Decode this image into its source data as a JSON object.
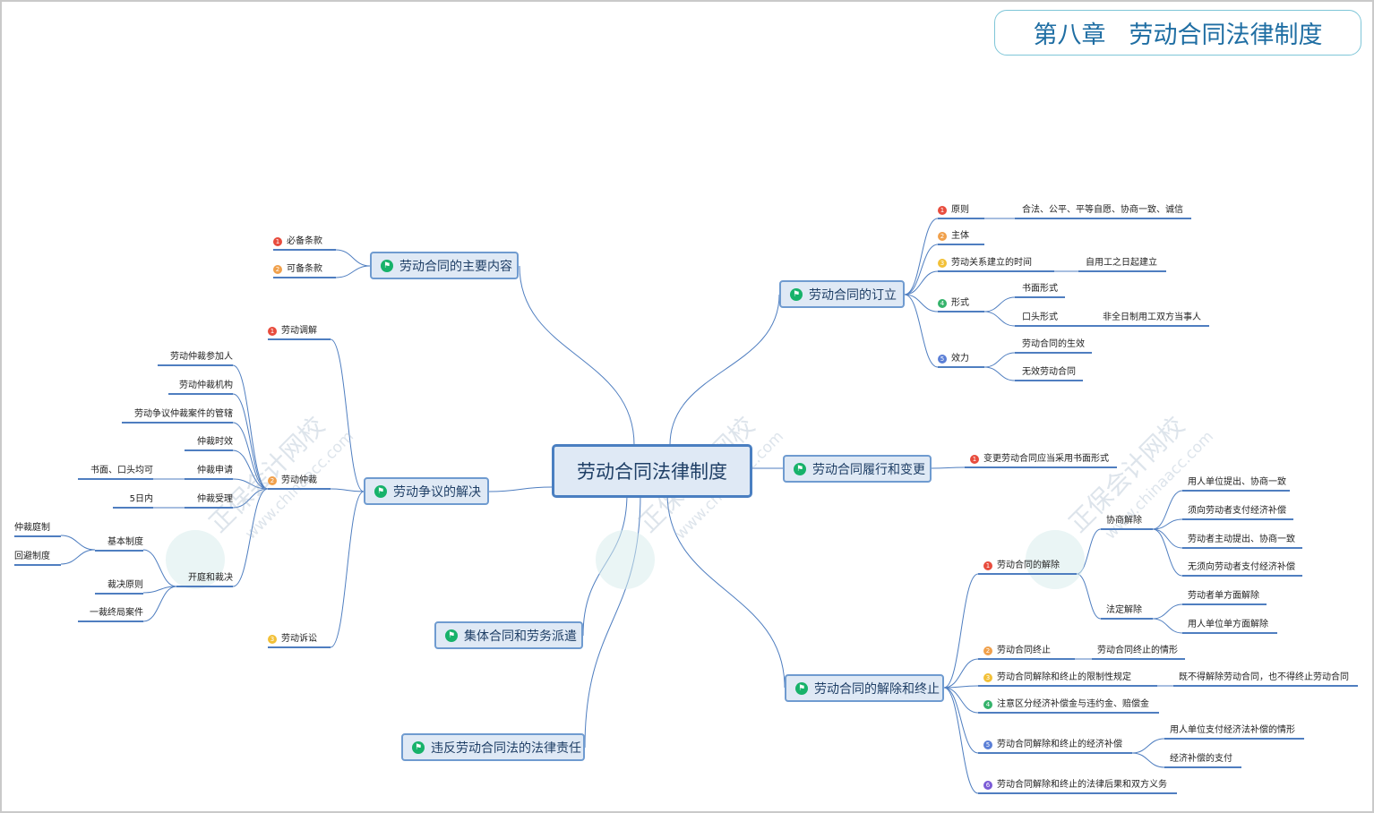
{
  "title": {
    "chapter": "第八章",
    "name": "劳动合同法律制度"
  },
  "center": "劳动合同法律制度",
  "watermark": {
    "brand": "正保会计网校",
    "site": "www.chinaacc.com"
  },
  "colors": {
    "line": "#4f7ec0",
    "flag": "#17b26a",
    "num1": "#e84c3d",
    "num2": "#f0a04b",
    "num3": "#f2c037",
    "num4": "#35b36b",
    "num5": "#5b7fd6",
    "num6": "#7b5bd6"
  },
  "branches": {
    "b1": "劳动合同的主要内容",
    "b2": "劳动争议的解决",
    "b3": "集体合同和劳务派遣",
    "b4": "违反劳动合同法的法律责任",
    "b5": "劳动合同的订立",
    "b6": "劳动合同履行和变更",
    "b7": "劳动合同的解除和终止"
  },
  "nodes": {
    "bixu": "必备条款",
    "kebei": "可备条款",
    "tiaojie": "劳动调解",
    "zhongcai": "劳动仲裁",
    "susong": "劳动诉讼",
    "canjia": "劳动仲裁参加人",
    "jigou": "劳动仲裁机构",
    "guanxia": "劳动争议仲裁案件的管辖",
    "shixiao": "仲裁时效",
    "shenqing": "仲裁申请",
    "shuomian": "书面、口头均可",
    "shouli": "仲裁受理",
    "wuri": "5日内",
    "kaiting": "开庭和裁决",
    "jiben": "基本制度",
    "tingzhi": "仲裁庭制",
    "huibi": "回避制度",
    "yuanze_cj": "裁决原则",
    "yicai": "一裁终局案件",
    "yuanze": "原则",
    "yuanze_v": "合法、公平、平等自愿、协商一致、诚信",
    "zhuti": "主体",
    "shijian": "劳动关系建立的时间",
    "shijian_v": "自用工之日起建立",
    "xingshi": "形式",
    "shumian": "书面形式",
    "koutou": "口头形式",
    "feiquanri": "非全日制用工双方当事人",
    "xiaoli": "效力",
    "shengxiao": "劳动合同的生效",
    "wuxiao": "无效劳动合同",
    "biangeng": "变更劳动合同应当采用书面形式",
    "jiechu": "劳动合同的解除",
    "xieshang": "协商解除",
    "xs1": "用人单位提出、协商一致",
    "xs2": "须向劳动者支付经济补偿",
    "xs3": "劳动者主动提出、协商一致",
    "xs4": "无须向劳动者支付经济补偿",
    "fading": "法定解除",
    "fd1": "劳动者单方面解除",
    "fd2": "用人单位单方面解除",
    "zhongzhi": "劳动合同终止",
    "zhongzhi_v": "劳动合同终止的情形",
    "xianzhi": "劳动合同解除和终止的限制性规定",
    "xianzhi_v": "既不得解除劳动合同，也不得终止劳动合同",
    "qufen": "注意区分经济补偿金与违约金、赔偿金",
    "buchang": "劳动合同解除和终止的经济补偿",
    "bc1": "用人单位支付经济法补偿的情形",
    "bc2": "经济补偿的支付",
    "houguo": "劳动合同解除和终止的法律后果和双方义务"
  },
  "marks": {
    "n1": "1",
    "n2": "2",
    "n3": "3",
    "n4": "4",
    "n5": "5",
    "n6": "6",
    "flag": "⚑"
  }
}
